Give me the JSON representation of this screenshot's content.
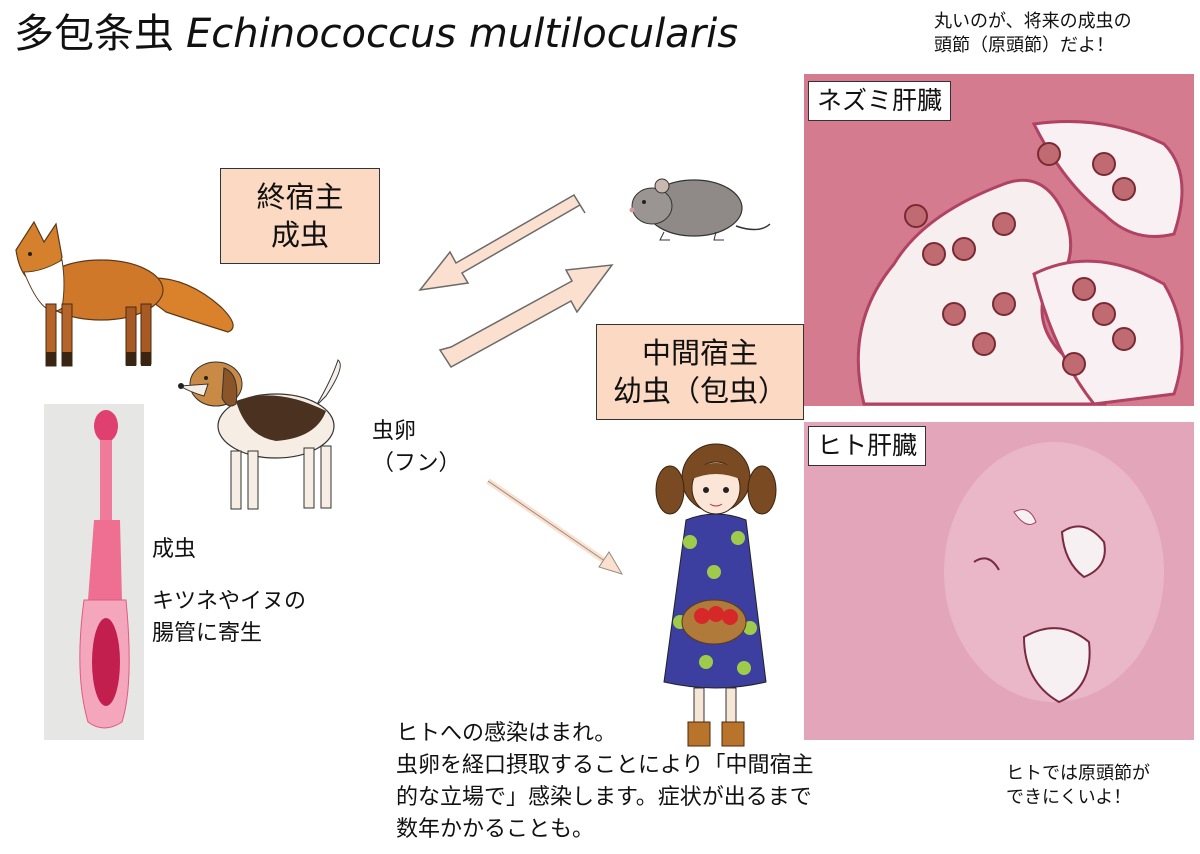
{
  "title": {
    "japanese": "多包条虫",
    "latin": "Echinococcus multilocularis"
  },
  "definitive_host": {
    "line1": "終宿主",
    "line2": "成虫"
  },
  "intermediate_host": {
    "line1": "中間宿主",
    "line2": "幼虫（包虫）"
  },
  "egg_note": {
    "line1": "虫卵",
    "line2": "（フン）"
  },
  "adult_note": {
    "label": "成虫",
    "line1": "キツネやイヌの",
    "line2": "腸管に寄生"
  },
  "mouse_liver": {
    "label": "ネズミ肝臓",
    "caption_line1": "丸いのが、将来の成虫の",
    "caption_line2": "頭節（原頭節）だよ！"
  },
  "human_liver": {
    "label": "ヒト肝臓",
    "caption_line1": "ヒトでは原頭節が",
    "caption_line2": "できにくいよ！"
  },
  "infection_note": {
    "line1": "ヒトへの感染はまれ。",
    "line2": "虫卵を経口摂取することにより「中間宿主",
    "line3": "的な立場で」感染します。症状が出るまで",
    "line4": "数年かかることも。"
  },
  "icons": [
    "fox-icon",
    "dog-icon",
    "mouse-icon",
    "girl-icon",
    "tapeworm-icon"
  ],
  "colors": {
    "host_box": "#fbd9c3",
    "arrow_fill": "#fbe0cf",
    "tissue_pink": "#e9a3b5"
  }
}
